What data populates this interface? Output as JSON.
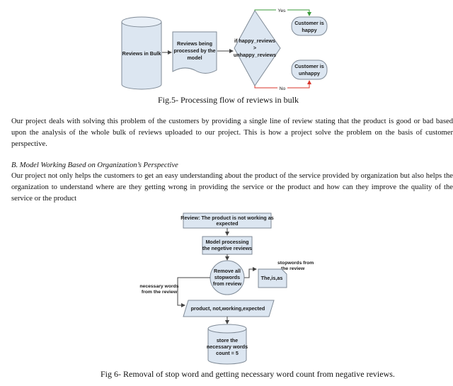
{
  "figure5": {
    "cylinder": "Reviews in Bulk",
    "process": [
      "Reviews being",
      "processed by the",
      "model"
    ],
    "decision": [
      "if happy_reviews",
      ">",
      "unhappy_reviews"
    ],
    "yes_label": "Yes",
    "no_label": "No",
    "happy": [
      "Customer is",
      "happy"
    ],
    "unhappy": [
      "Customer is",
      "unhappy"
    ],
    "caption": "Fig.5- Processing flow of reviews in bulk"
  },
  "paragraph1": "Our project deals with solving this problem of the customers by providing a single line of review stating that the product is good or bad based upon the analysis of the whole bulk of reviews uploaded to our project. This is how a project solve the problem on the basis of customer perspective.",
  "section_heading": "B.  Model Working Based on Organization’s Perspective",
  "paragraph2": "Our project not only helps the customers to get an easy understanding about the product of the service provided by organization but also helps the organization to understand where are they getting wrong in providing the service or the product and how can they improve the quality of the service or the product",
  "figure6": {
    "review": [
      "Review: The product is not working as",
      "expected"
    ],
    "model": [
      "Model processing",
      "the negetive reviews"
    ],
    "remove": [
      "Remove all",
      "stopwords",
      "from review"
    ],
    "stopwords_label": [
      "stopwords from",
      "the review"
    ],
    "stopwords": "The,is,as",
    "necessary_label": [
      "necessary words",
      "from the review"
    ],
    "words": "product, not,working,expected",
    "store": [
      "store the",
      "necessary words",
      "count = 5"
    ],
    "caption": "Fig 6- Removal of stop word and getting necessary word count from negative reviews."
  },
  "colors": {
    "shape_fill": "#dce6f1",
    "shape_stroke": "#7f8a96",
    "yes_line": "#3a9a3a",
    "no_line": "#d9362b"
  }
}
